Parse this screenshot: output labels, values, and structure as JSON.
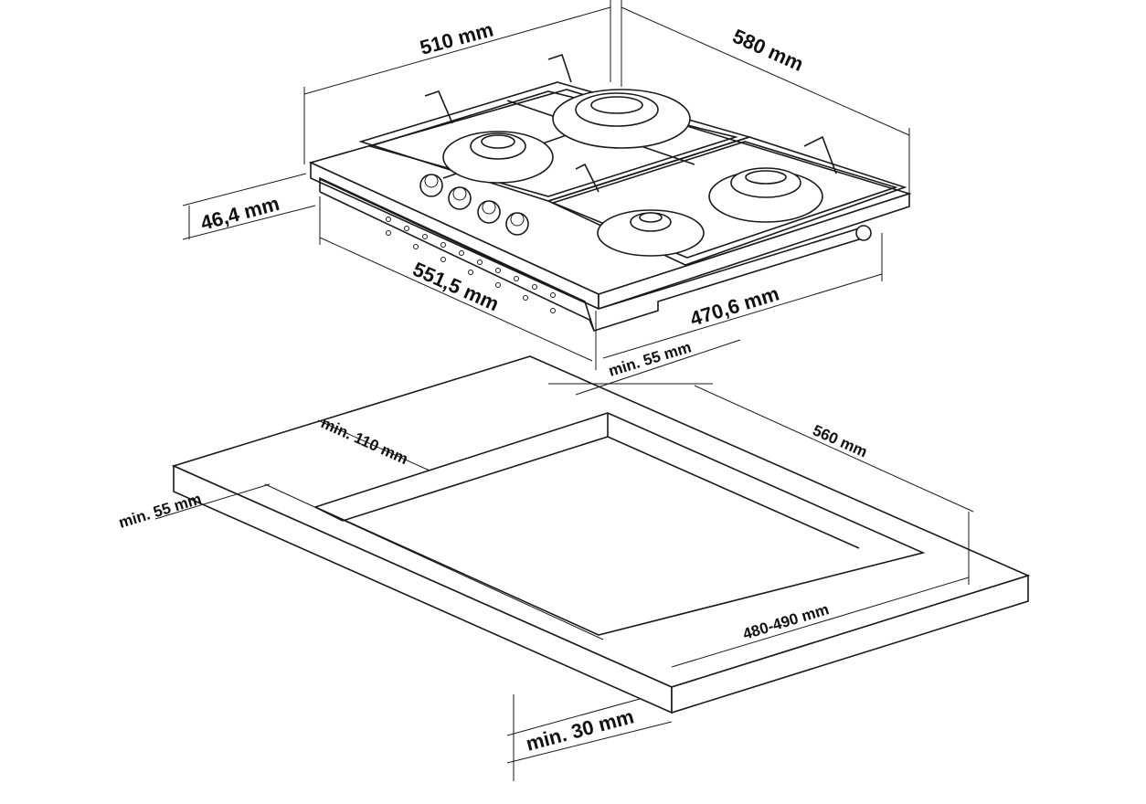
{
  "hob_dimensions": {
    "width": "510 mm",
    "depth": "580 mm",
    "height": "46,4 mm",
    "built_in_depth": "551,5 mm",
    "built_in_width": "470,6 mm"
  },
  "cutout_dimensions": {
    "rear_clearance": "min. 55 mm",
    "side_clearance_back": "min. 110 mm",
    "cutout_depth": "560 mm",
    "front_clearance": "min. 55 mm",
    "cutout_width": "480-490 mm",
    "worktop_thickness": "min. 30 mm"
  }
}
